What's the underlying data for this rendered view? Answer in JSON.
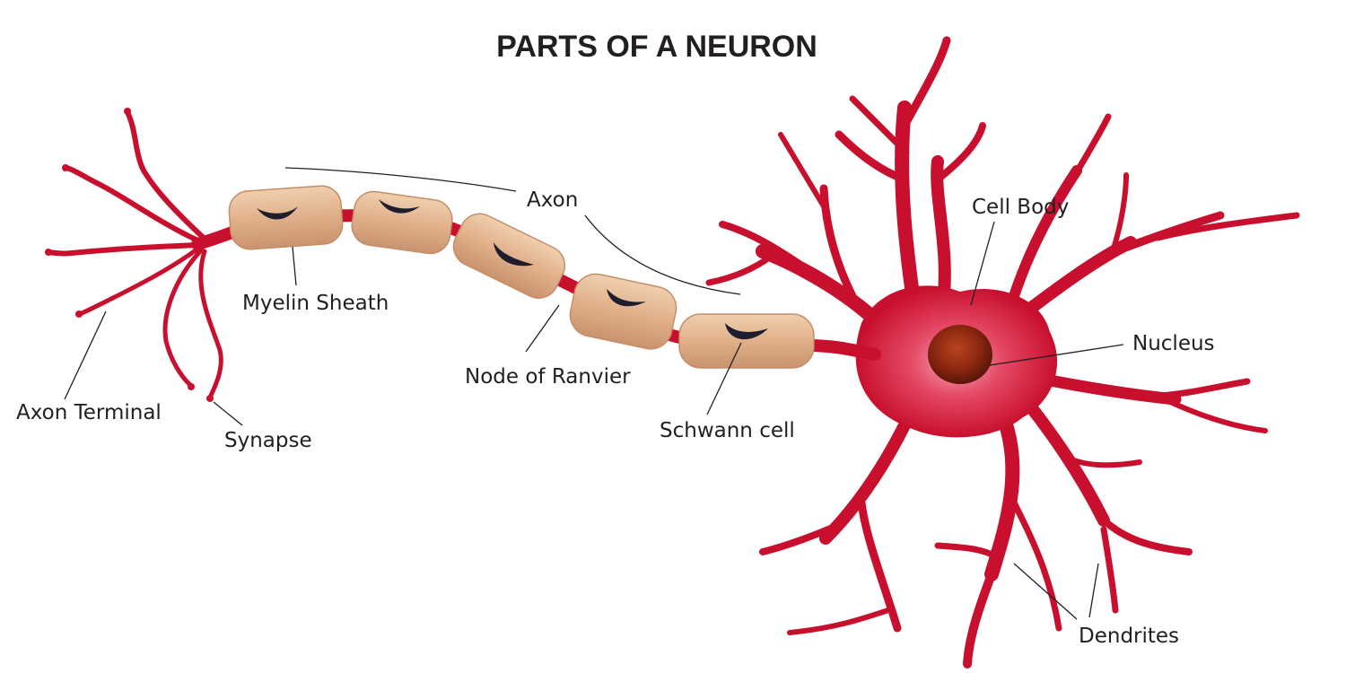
{
  "title": "PARTS OF A NEURON",
  "labels": {
    "axon": "Axon",
    "cell_body": "Cell Body",
    "myelin_sheath": "Myelin Sheath",
    "nucleus": "Nucleus",
    "node_of_ranvier": "Node of Ranvier",
    "axon_terminal": "Axon Terminal",
    "synapse": "Synapse",
    "schwann_cell": "Schwann cell",
    "dendrites": "Dendrites"
  },
  "colors": {
    "neuron_red": "#c8102e",
    "myelin_tan": "#e0b38c",
    "nucleus_brown": "#7a1f0c",
    "schwann_nucleus": "#1e1e2e",
    "text": "#231f20"
  }
}
